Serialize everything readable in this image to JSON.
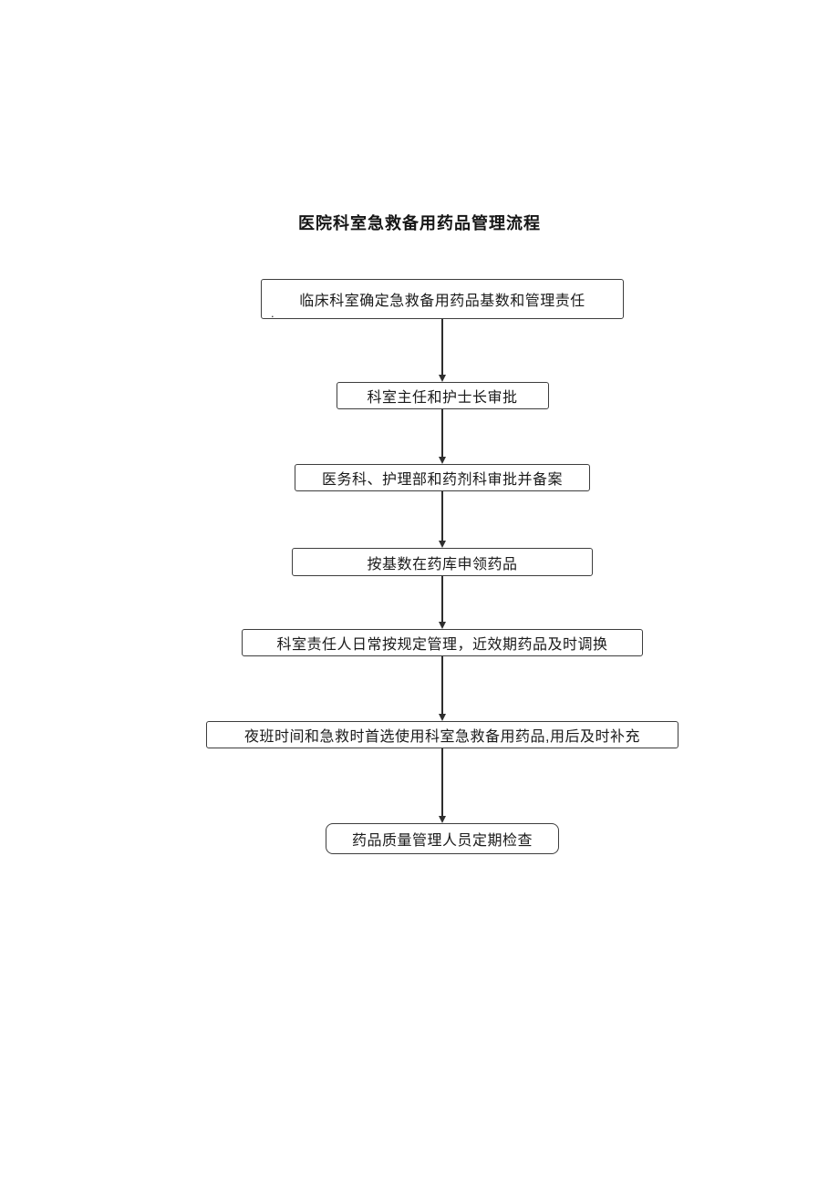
{
  "page": {
    "title": "医院科室急救备用药品管理流程"
  },
  "flow": {
    "steps": [
      {
        "label": "临床科室确定急救备用药品基数和管理责任",
        "note": "."
      },
      {
        "label": "科室主任和护士长审批"
      },
      {
        "label": "医务科、护理部和药剂科审批并备案"
      },
      {
        "label": "按基数在药库申领药品"
      },
      {
        "label": "科室责任人日常按规定管理，近效期药品及时调换"
      },
      {
        "label": "夜班时间和急救时首选使用科室急救备用药品,用后及时补充"
      },
      {
        "label": "药品质量管理人员定期检查"
      }
    ]
  }
}
